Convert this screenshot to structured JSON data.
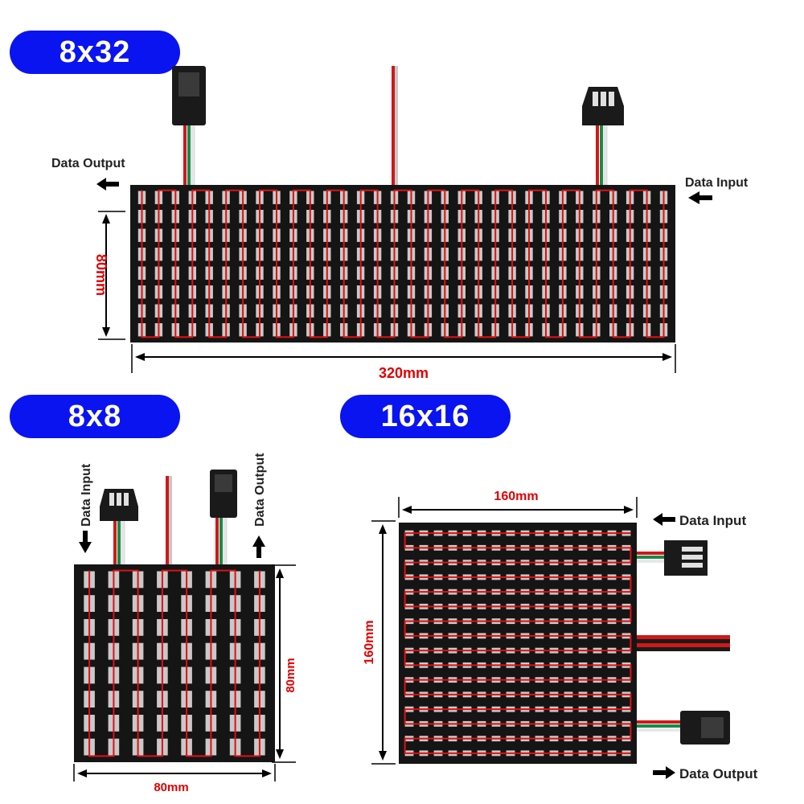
{
  "panels": [
    {
      "id": "p8x32",
      "title": "8x32",
      "width_label": "320mm",
      "height_label": "80mm",
      "input_label": "Data Input",
      "output_label": "Data Output",
      "cols": 32,
      "rows": 8
    },
    {
      "id": "p8x8",
      "title": "8x8",
      "width_label": "80mm",
      "height_label": "80mm",
      "input_label": "Data Input",
      "output_label": "Data Output",
      "cols": 8,
      "rows": 8
    },
    {
      "id": "p16x16",
      "title": "16x16",
      "width_label": "160mm",
      "height_label": "160mm",
      "input_label": "Data Input",
      "output_label": "Data Output",
      "cols": 16,
      "rows": 16
    }
  ],
  "colors": {
    "badge": "#0a14f0",
    "dimension_text": "#e00000",
    "wire_path": "#e01010",
    "board": "#151515"
  }
}
